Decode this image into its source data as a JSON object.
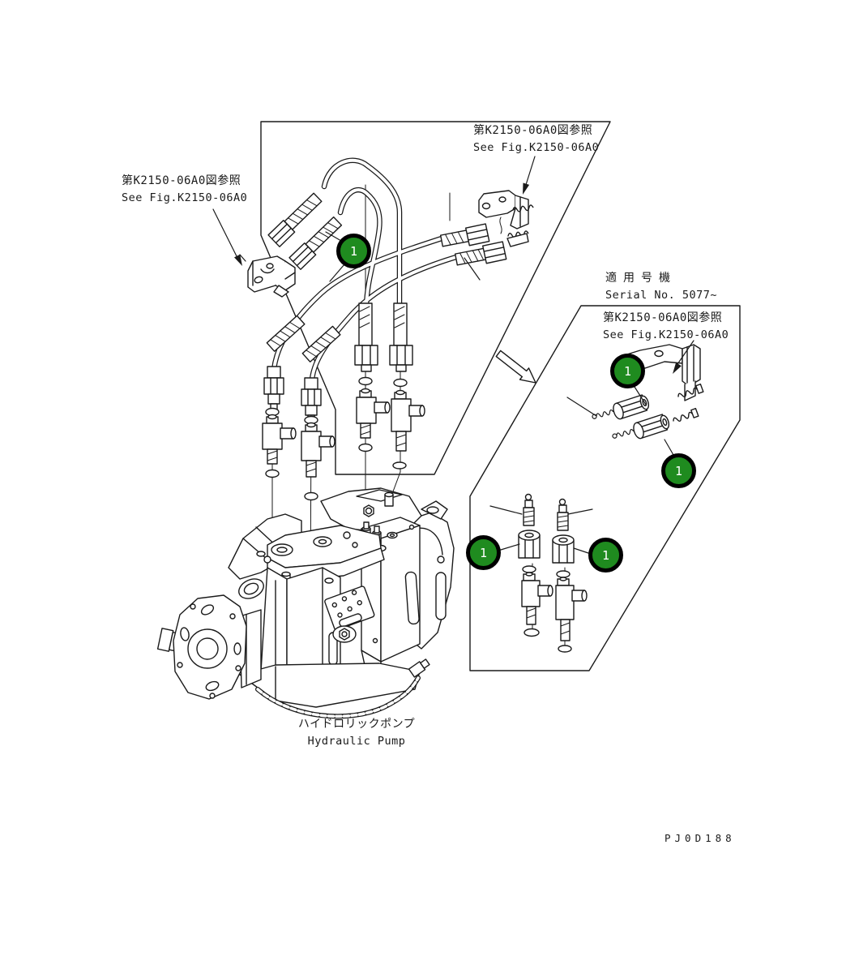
{
  "page": {
    "background": "#ffffff",
    "drawing_code": "PJ0D188"
  },
  "figure_references": {
    "left": {
      "jp": "第K2150-06A0図参照",
      "en": "See Fig.K2150-06A0"
    },
    "top": {
      "jp": "第K2150-06A0図参照",
      "en": "See Fig.K2150-06A0"
    },
    "right": {
      "jp": "第K2150-06A0図参照",
      "en": "See Fig.K2150-06A0"
    }
  },
  "applicability": {
    "jp": "適用号機",
    "en": "Serial No. 5077~"
  },
  "component": {
    "jp": "ハイドロリックポンプ",
    "en": "Hydraulic Pump"
  },
  "callouts": [
    {
      "label": "1"
    },
    {
      "label": "1"
    },
    {
      "label": "1"
    },
    {
      "label": "1"
    },
    {
      "label": "1"
    }
  ],
  "icons": {
    "view_transition_arrow": "outline-arrow-down-right",
    "leader_arrowhead": "filled-triangle"
  },
  "colors": {
    "callout_fill": "#1f8b1f",
    "callout_ring": "#000000",
    "line": "#1a1a1a",
    "background": "#ffffff"
  }
}
